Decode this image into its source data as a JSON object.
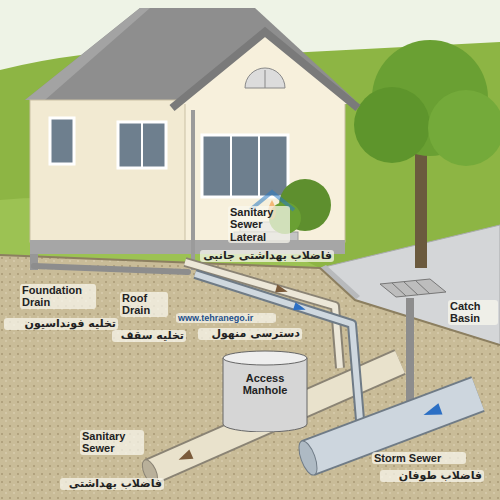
{
  "diagram": {
    "nodes": [
      {
        "text": [
          "Access Manhole"
        ]
      }
    ],
    "labels": [
      "Sanitary Sewer Lateral",
      "فاضلاب بهداشتی جانبی",
      "Foundation Drain",
      "Roof Drain",
      "تخلیه فونداسیون",
      "تخلیه سقف",
      "Catch Basin",
      "دسترسی منهول",
      "Sanitary Sewer",
      "Storm Sewer",
      "فاضلاب طوفان",
      "فاضلاب بهداشتی",
      "www.tehranego.ir"
    ]
  }
}
